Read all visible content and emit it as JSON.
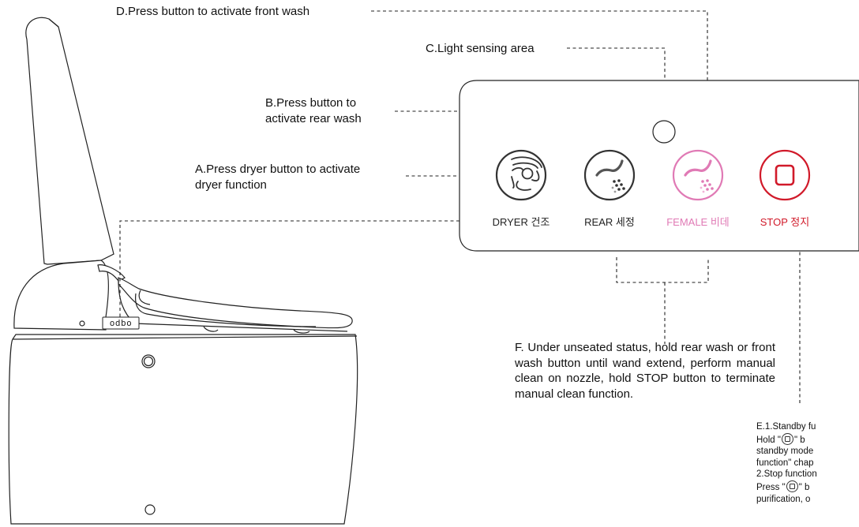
{
  "labels": {
    "front_wash": "D.Press button to activate front wash",
    "light_sensing": "C.Light sensing area",
    "rear_wash_line1": "B.Press button to",
    "rear_wash_line2": "activate rear wash",
    "dryer_line1": "A.Press dryer button to activate",
    "dryer_line2": "dryer function"
  },
  "buttons": {
    "dryer": "DRYER 건조",
    "rear": "REAR 세정",
    "female": "FEMALE 비데",
    "stop": "STOP 정지"
  },
  "instruction_f": "F. Under unseated status, hold rear wash or front wash button until wand extend, perform manual clean on nozzle, hold STOP button to terminate manual clean function.",
  "standby_note": {
    "line1": "E.1.Standby fu",
    "line2a": "Hold \"",
    "line2b": "\" b",
    "line3": "standby mode",
    "line4": "function\" chap",
    "line5": "2.Stop function",
    "line6a": "Press \"",
    "line6b": "\" b",
    "line7": "purification, o"
  },
  "panel_text": "odbo",
  "colors": {
    "accent_pink": "#e07ab5",
    "stop_red": "#d11a2a",
    "outline": "#222222",
    "dark_gray": "#333333"
  }
}
